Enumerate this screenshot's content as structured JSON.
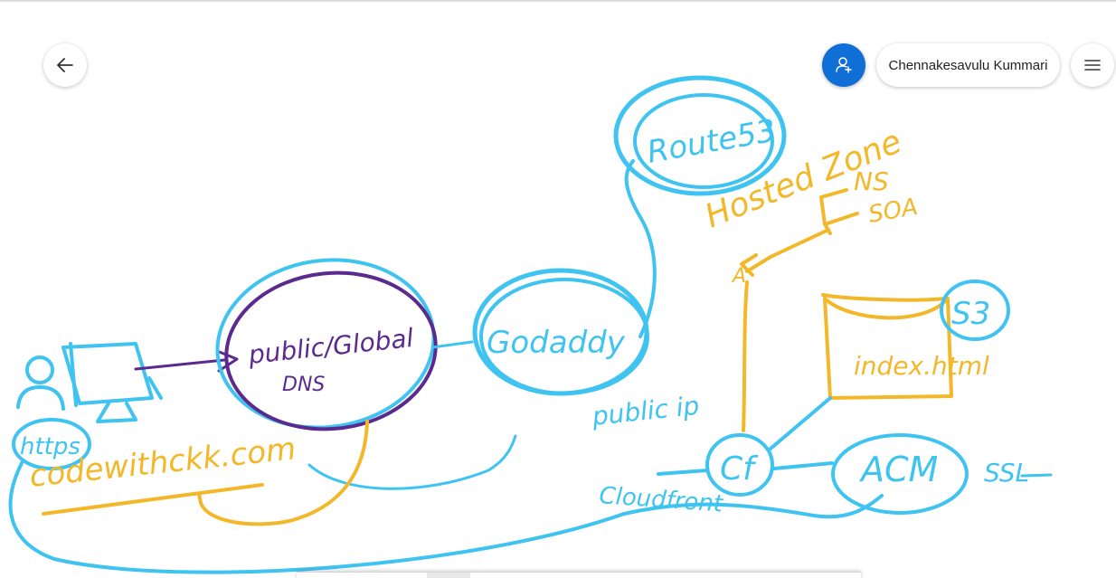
{
  "toolbar": {
    "back_icon": "arrow-left-icon",
    "share_icon": "add-person-icon",
    "menu_icon": "hamburger-menu-icon",
    "user_name": "Chennakesavulu Kummari",
    "accent_color": "#0f6fd6"
  },
  "colors": {
    "blue_ink": "#3fc3f0",
    "purple_ink": "#5b2a8f",
    "orange_ink": "#f3b829"
  },
  "labels": {
    "route53": "Route53",
    "hosted_zone": "Hosted Zone",
    "ns": "NS",
    "soa": "SOA",
    "a_record": "A",
    "s3": "S3",
    "index_html": "index.html",
    "public_global": "public/Global",
    "dns": "DNS",
    "godaddy": "Godaddy",
    "public_ip": "public ip",
    "cf": "Cf",
    "cloudfront": "Cloudfront",
    "acm": "ACM",
    "ssl": "SSL",
    "https": "https",
    "domain": "codewithckk.com"
  }
}
